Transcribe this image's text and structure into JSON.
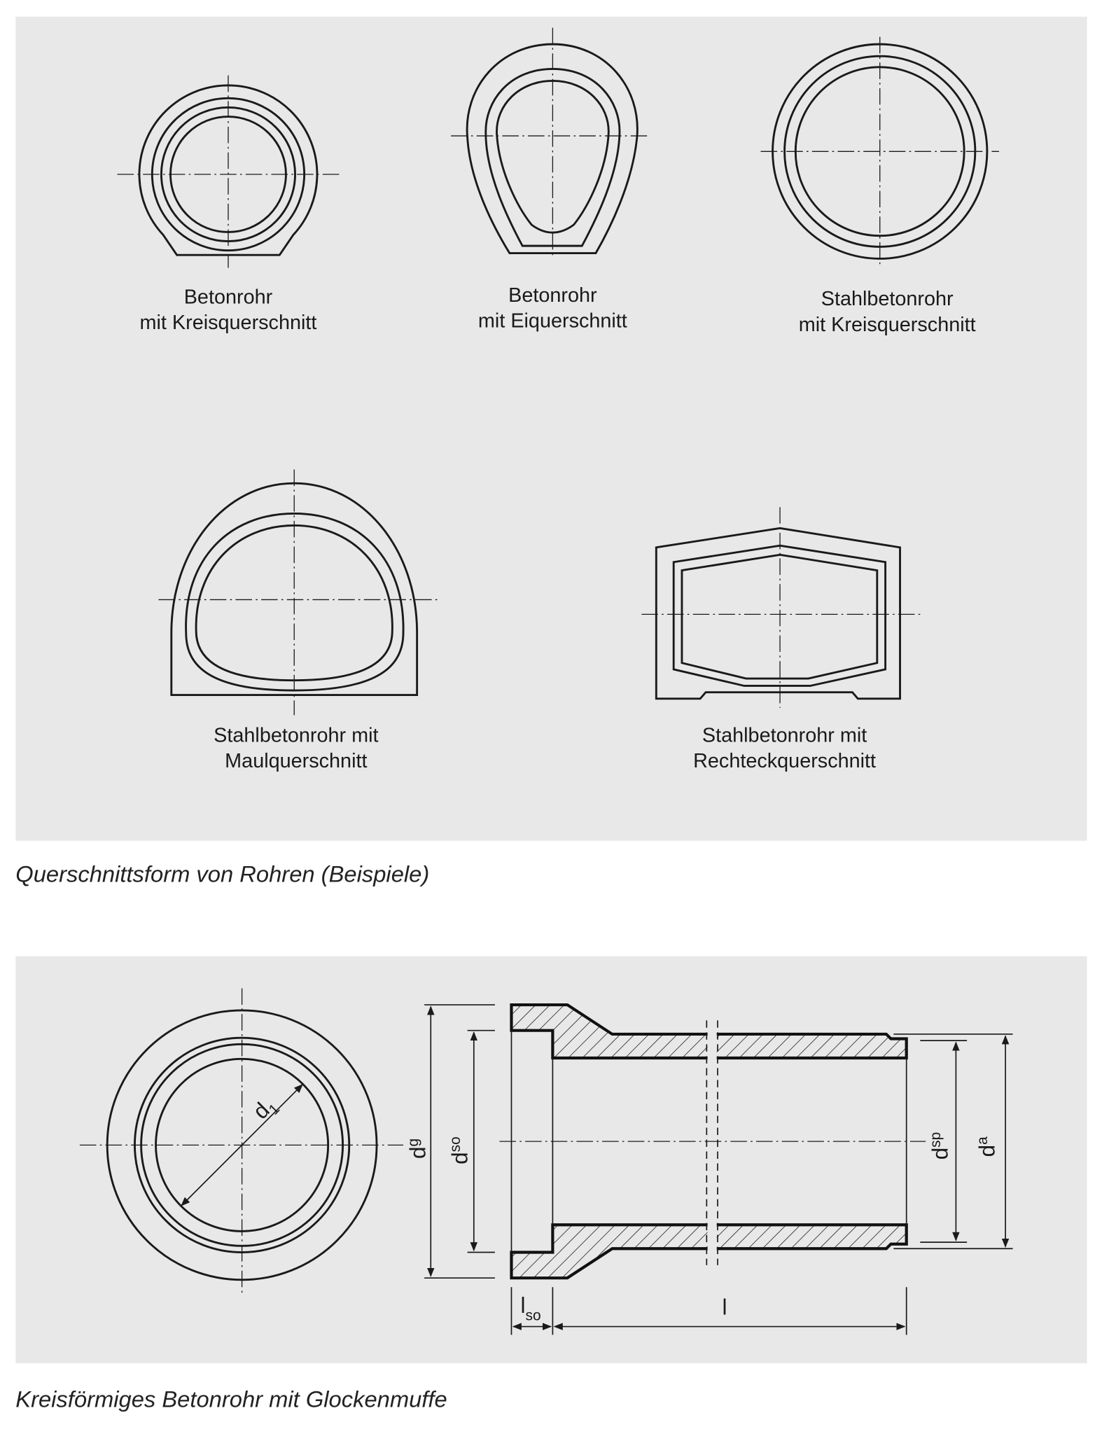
{
  "figure1": {
    "caption": "Querschnittsform von Rohren (Beispiele)",
    "shapes": [
      {
        "line1": "Betonrohr",
        "line2": "mit Kreisquerschnitt"
      },
      {
        "line1": "Betonrohr",
        "line2": "mit Eiquerschnitt"
      },
      {
        "line1": "Stahlbetonrohr",
        "line2": "mit Kreisquerschnitt"
      },
      {
        "line1": "Stahlbetonrohr mit",
        "line2": "Maulquerschnitt"
      },
      {
        "line1": "Stahlbetonrohr mit",
        "line2": "Rechteckquerschnitt"
      }
    ]
  },
  "figure2": {
    "caption": "Kreisförmiges Betonrohr mit Glockenmuffe",
    "dimensions": {
      "d1": {
        "main": "d",
        "sub": "1"
      },
      "dg": {
        "main": "d",
        "sub": "g"
      },
      "dso": {
        "main": "d",
        "sub": "so"
      },
      "dsp": {
        "main": "d",
        "sub": "sp"
      },
      "da": {
        "main": "d",
        "sub": "a"
      },
      "lso": {
        "main": "l",
        "sub": "so"
      },
      "l": {
        "main": "l"
      }
    }
  }
}
